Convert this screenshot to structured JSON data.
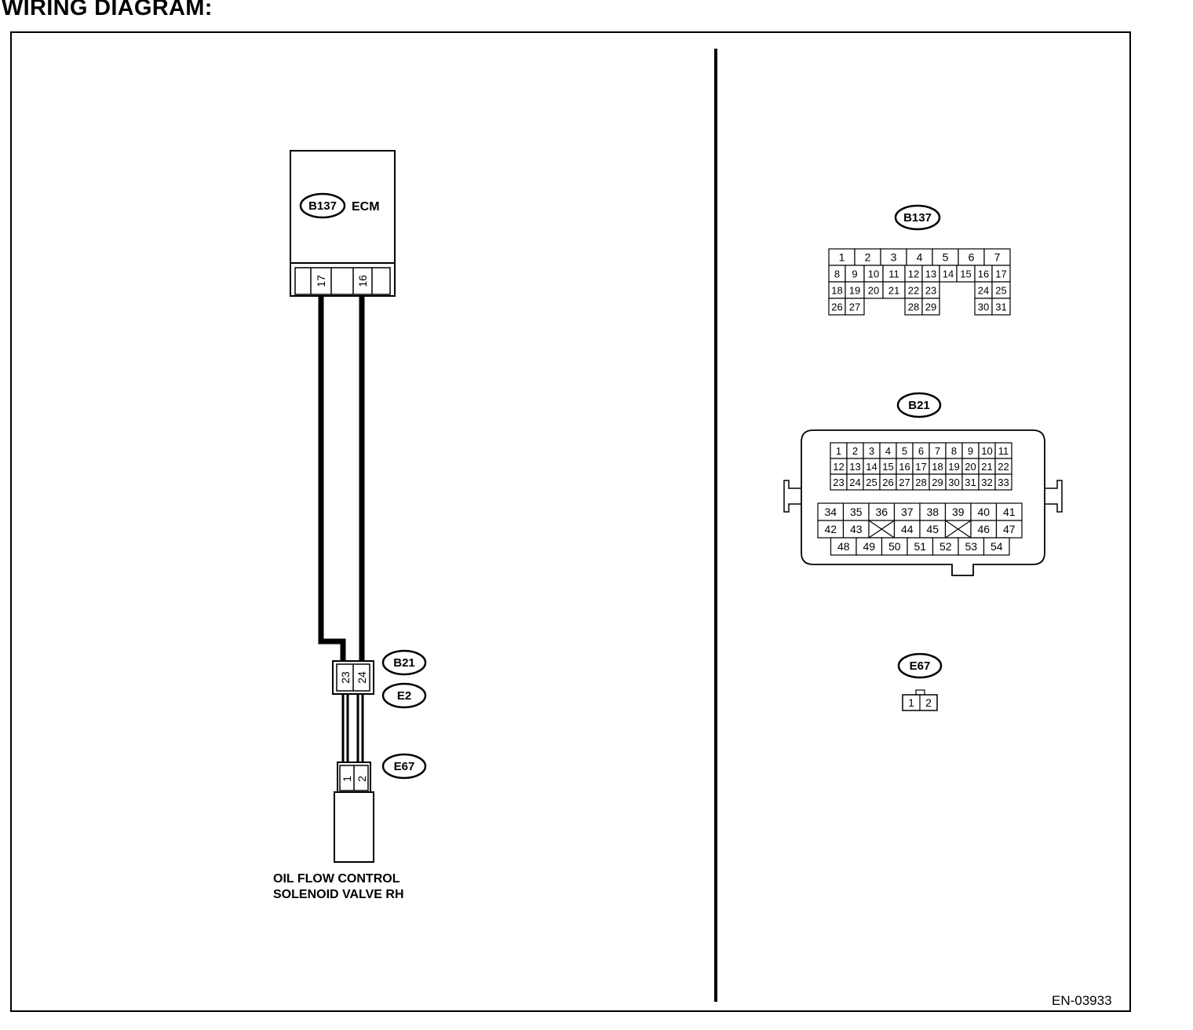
{
  "title": "WIRING DIAGRAM:",
  "diagram_code": "EN-03933",
  "ecm": {
    "connector_id": "B137",
    "label": "ECM",
    "pins": [
      "17",
      "16"
    ]
  },
  "intermediate": {
    "connector_id_upper": "B21",
    "connector_id_lower": "E2",
    "pins": [
      "23",
      "24"
    ]
  },
  "solenoid": {
    "connector_id": "E67",
    "pins": [
      "1",
      "2"
    ],
    "label_line1": "OIL FLOW CONTROL",
    "label_line2": "SOLENOID VALVE RH"
  },
  "connector_views": {
    "b137": {
      "id": "B137",
      "row1": [
        "1",
        "2",
        "3",
        "4",
        "5",
        "6",
        "7"
      ],
      "row2": [
        "8",
        "9",
        "10",
        "11",
        "12",
        "13",
        "14",
        "15",
        "16",
        "17"
      ],
      "row3": [
        "18",
        "19",
        "20",
        "21",
        "22",
        "23",
        "24",
        "25"
      ],
      "row4": [
        "26",
        "27",
        "28",
        "29",
        "30",
        "31"
      ]
    },
    "b21": {
      "id": "B21",
      "row1": [
        "1",
        "2",
        "3",
        "4",
        "5",
        "6",
        "7",
        "8",
        "9",
        "10",
        "11"
      ],
      "row2": [
        "12",
        "13",
        "14",
        "15",
        "16",
        "17",
        "18",
        "19",
        "20",
        "21",
        "22"
      ],
      "row3": [
        "23",
        "24",
        "25",
        "26",
        "27",
        "28",
        "29",
        "30",
        "31",
        "32",
        "33"
      ],
      "row4": [
        "34",
        "35",
        "36",
        "37",
        "38",
        "39",
        "40",
        "41"
      ],
      "row5": [
        "42",
        "43",
        "44",
        "45",
        "46",
        "47"
      ],
      "row6": [
        "48",
        "49",
        "50",
        "51",
        "52",
        "53",
        "54"
      ]
    },
    "e67": {
      "id": "E67",
      "pins": [
        "1",
        "2"
      ]
    }
  }
}
